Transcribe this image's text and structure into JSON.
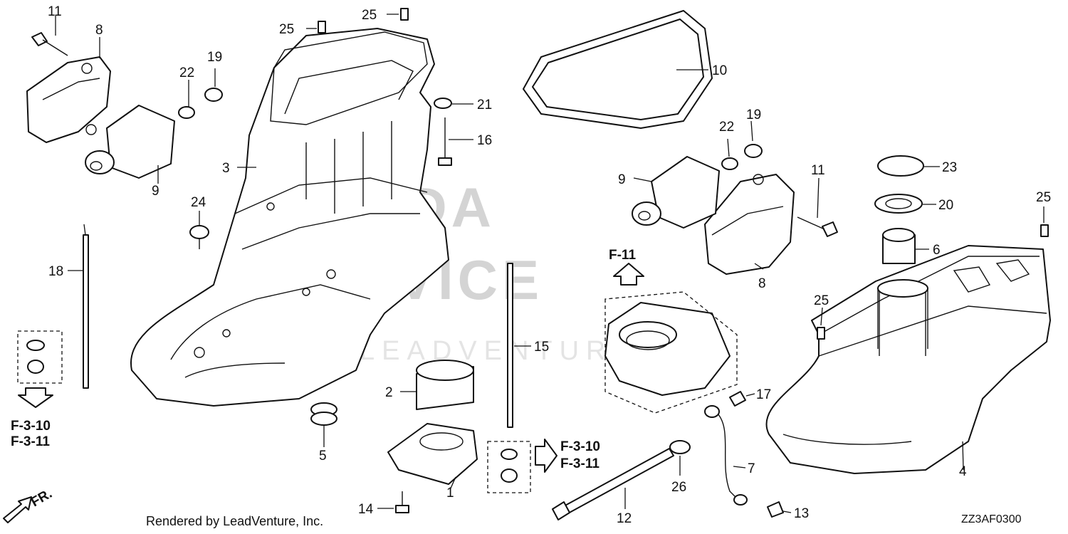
{
  "labels": {
    "p1": "1",
    "p2": "2",
    "p3": "3",
    "p4": "4",
    "p5": "5",
    "p6": "6",
    "p7": "7",
    "p8a": "8",
    "p8b": "8",
    "p9a": "9",
    "p9b": "9",
    "p10": "10",
    "p11a": "11",
    "p11b": "11",
    "p12": "12",
    "p13": "13",
    "p14": "14",
    "p15": "15",
    "p16": "16",
    "p17": "17",
    "p18": "18",
    "p19a": "19",
    "p19b": "19",
    "p20": "20",
    "p21": "21",
    "p22a": "22",
    "p22b": "22",
    "p23": "23",
    "p24": "24",
    "p25a": "25",
    "p25b": "25",
    "p25c": "25",
    "p25d": "25",
    "p26": "26"
  },
  "refs": {
    "left_a": "F-3-10",
    "left_b": "F-3-11",
    "mid_a": "F-3-10",
    "mid_b": "F-3-11",
    "top": "F-11"
  },
  "direction_label": "FR.",
  "credit": "Rendered by LeadVenture, Inc.",
  "diagram_code": "ZZ3AF0300",
  "watermark": {
    "line1": "HONDA",
    "line2": "SERVICE",
    "line3": "LEADVENTURE"
  }
}
